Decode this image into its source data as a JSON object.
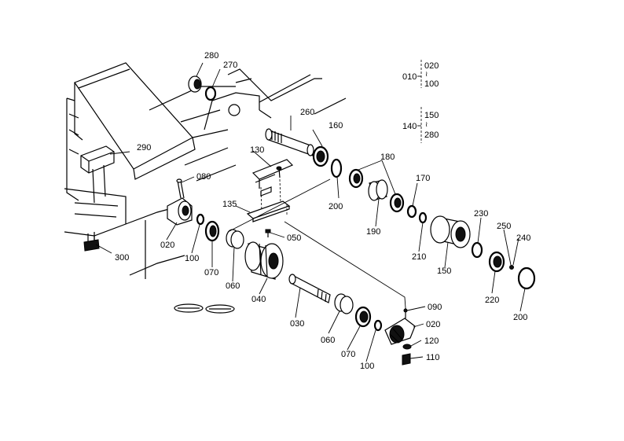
{
  "labels": {
    "p280": "280",
    "p270": "270",
    "p260": "260",
    "p160": "160",
    "p180": "180",
    "p170": "170",
    "p290": "290",
    "p130": "130",
    "p080": "080",
    "p135": "135",
    "p200a": "200",
    "p190": "190",
    "p230": "230",
    "p250": "250",
    "p240": "240",
    "p210": "210",
    "p150": "150",
    "p050": "050",
    "p020a": "020",
    "p100a": "100",
    "p070a": "070",
    "p060a": "060",
    "p040": "040",
    "p300": "300",
    "p220": "220",
    "p200b": "200",
    "p090": "090",
    "p020b": "020",
    "p120": "120",
    "p110": "110",
    "p030": "030",
    "p060b": "060",
    "p070b": "070",
    "p100b": "100"
  },
  "ranges": {
    "r1_main": "010",
    "r1_from": "020",
    "r1_to": "100",
    "r2_main": "140",
    "r2_from": "150",
    "r2_to": "280",
    "sep": "≀"
  }
}
